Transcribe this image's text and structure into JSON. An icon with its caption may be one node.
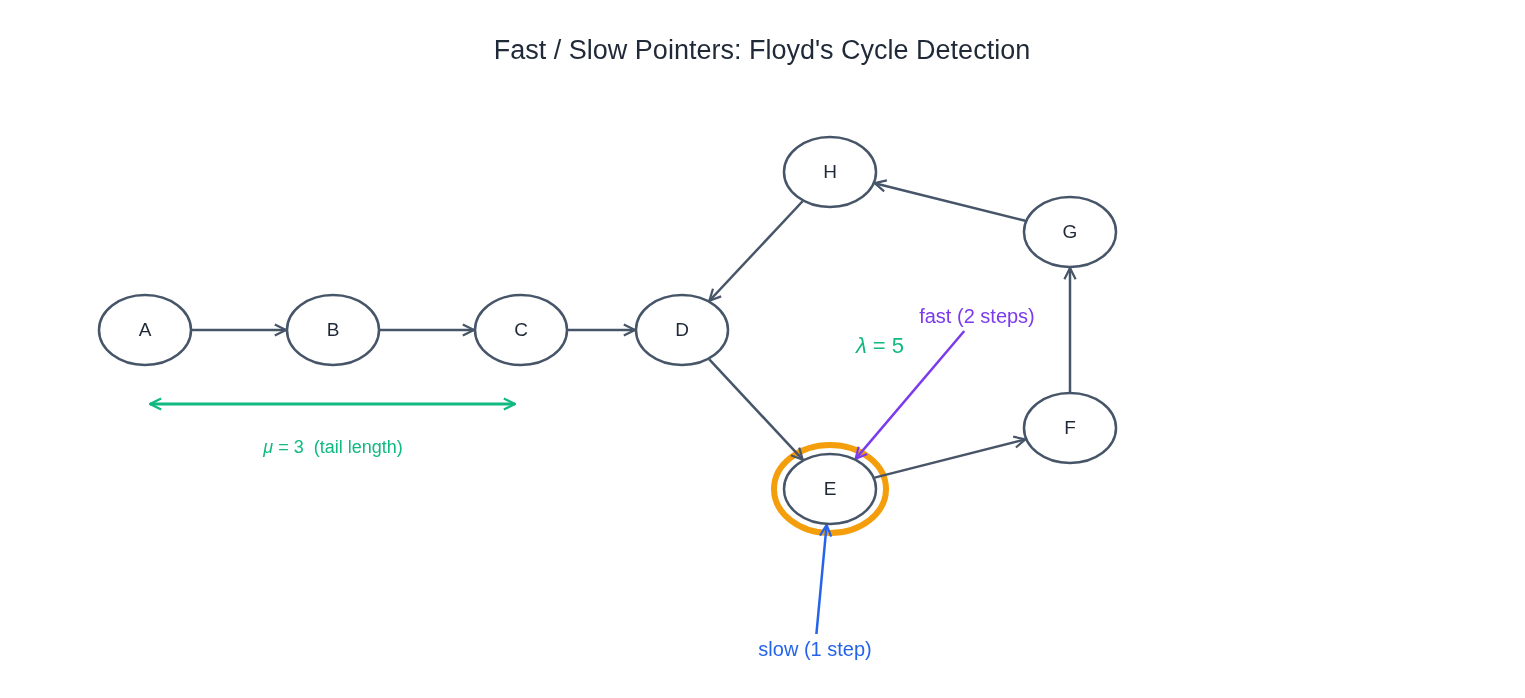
{
  "diagram": {
    "title": "Fast / Slow Pointers: Floyd's Cycle Detection",
    "nodes": [
      {
        "text": [
          "A"
        ]
      },
      {
        "text": [
          "B"
        ]
      },
      {
        "text": [
          "C"
        ]
      },
      {
        "text": [
          "D"
        ]
      },
      {
        "text": [
          "E"
        ]
      },
      {
        "text": [
          "F"
        ]
      },
      {
        "text": [
          "G"
        ]
      },
      {
        "text": [
          "H"
        ]
      },
      {
        "text": [
          "fast (2 steps)"
        ]
      },
      {
        "text": [
          "slow (1 step)"
        ]
      }
    ],
    "edges": [
      {
        "from": 0,
        "to": 1,
        "arrow": "to"
      },
      {
        "from": 1,
        "to": 2,
        "arrow": "to"
      },
      {
        "from": 2,
        "to": 3,
        "arrow": "to"
      },
      {
        "from": 3,
        "to": 4,
        "arrow": "to"
      },
      {
        "from": 4,
        "to": 5,
        "arrow": "to"
      },
      {
        "from": 5,
        "to": 6,
        "arrow": "to"
      },
      {
        "from": 6,
        "to": 7,
        "arrow": "to"
      },
      {
        "from": 7,
        "to": 3,
        "arrow": "to"
      },
      {
        "from": 8,
        "to": 4,
        "arrow": "to",
        "color": "#7c3aed"
      },
      {
        "from": 9,
        "to": 4,
        "arrow": "to",
        "color": "#2563eb"
      }
    ],
    "labels": [
      "*μ* = 3  (tail length)",
      "*λ* = 5"
    ]
  }
}
